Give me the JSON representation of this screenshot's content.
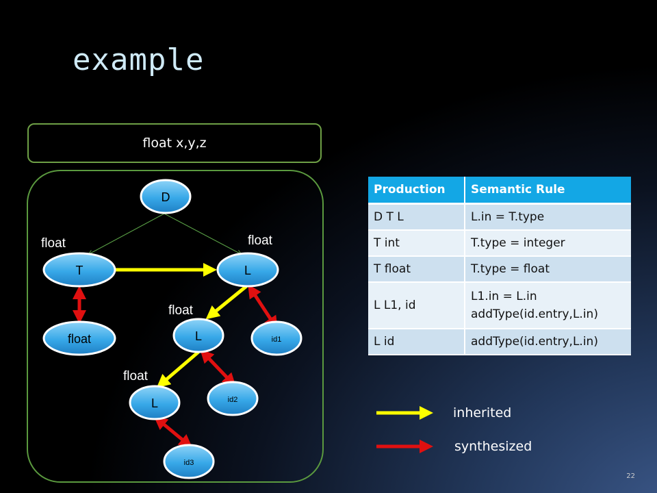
{
  "title": "example",
  "expression": "float x,y,z",
  "tree": {
    "nodes": {
      "d": "D",
      "t": "T",
      "l_top": "L",
      "float_leaf": "float",
      "l_mid": "L",
      "id1": "id1",
      "l_bot": "L",
      "id2": "id2",
      "id3": "id3"
    },
    "attr_labels": {
      "t_attr": "float",
      "l_top_attr": "float",
      "l_mid_attr": "float",
      "l_bot_attr": "float"
    }
  },
  "table": {
    "headers": [
      "Production",
      "Semantic Rule"
    ],
    "rows": [
      {
        "production": "D  T L",
        "rule": "L.in = T.type"
      },
      {
        "production": "T  int",
        "rule": "T.type = integer"
      },
      {
        "production": "T  float",
        "rule": "T.type = float"
      },
      {
        "production": "L  L1, id",
        "rule": "L1.in = L.in addType(id.entry,L.in)"
      },
      {
        "production": "L  id",
        "rule": "addType(id.entry,L.in)"
      }
    ]
  },
  "legend": {
    "inherited": "inherited",
    "synthesized": "synthesized",
    "inherited_color": "#ffff00",
    "synthesized_color": "#e01010"
  },
  "page_number": "22"
}
